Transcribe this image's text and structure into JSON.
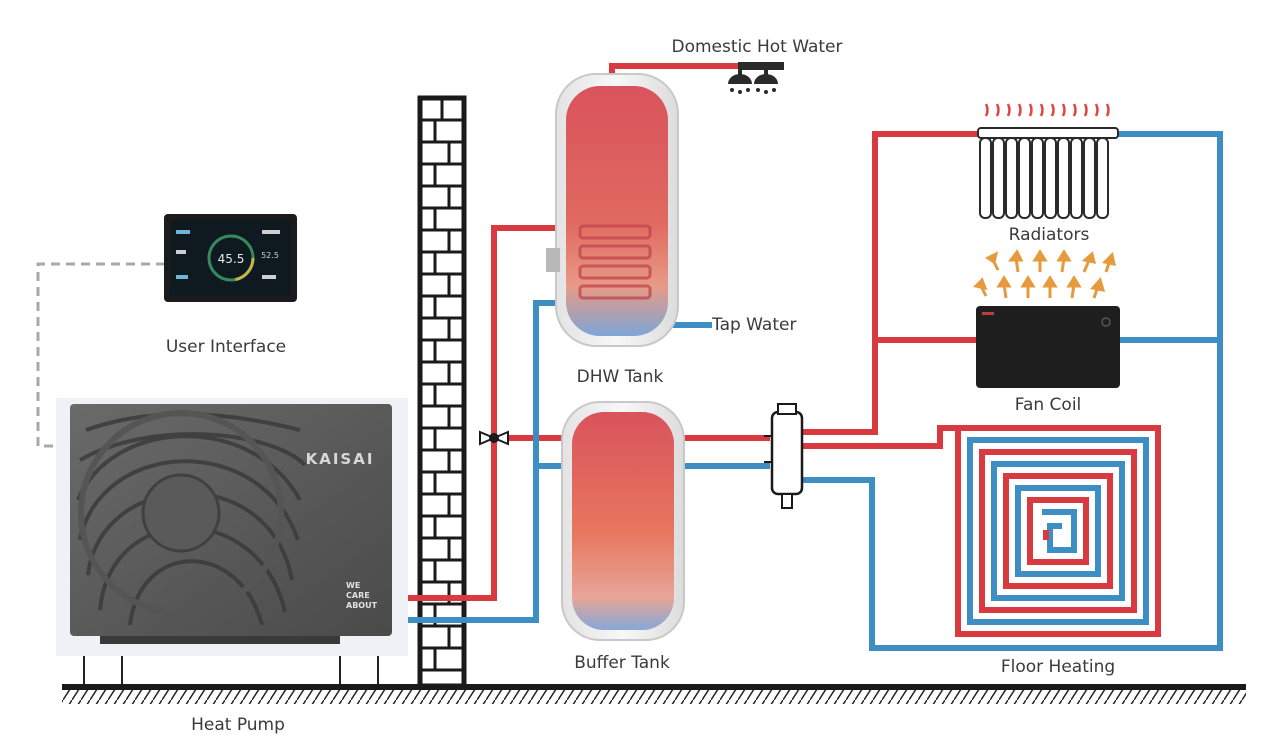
{
  "labels": {
    "domestic_hot_water": "Domestic Hot Water",
    "radiators": "Radiators",
    "user_interface": "User Interface",
    "tap_water": "Tap Water",
    "dhw_tank": "DHW Tank",
    "fan_coil": "Fan Coil",
    "buffer_tank": "Buffer Tank",
    "floor_heating": "Floor Heating",
    "heat_pump": "Heat Pump"
  },
  "heat_pump": {
    "brand": "KAISAI",
    "badge": [
      "WE",
      "CARE",
      "ABOUT"
    ]
  },
  "controller": {
    "center_value": "45.5",
    "side_value": "52.5"
  },
  "colors": {
    "supply": "#d93a3f",
    "return": "#3d8ec3",
    "wall": "#1a1a1a",
    "control_cable": "#a8a8a8"
  }
}
